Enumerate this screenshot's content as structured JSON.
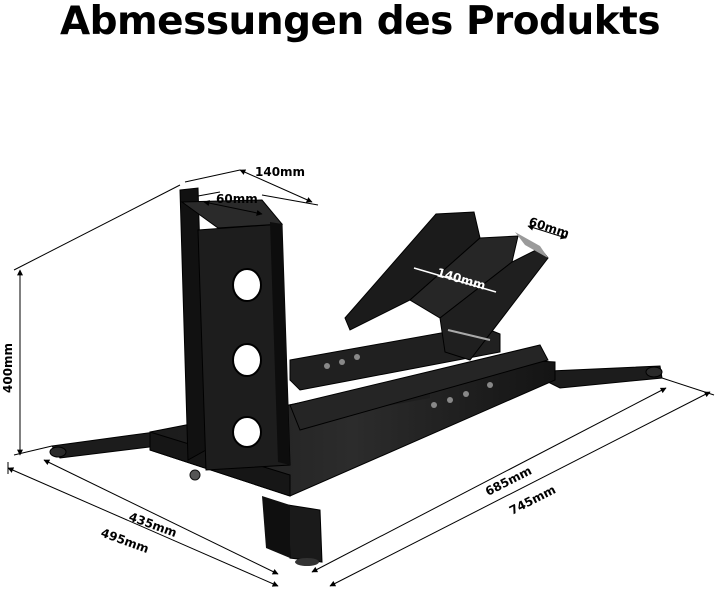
{
  "title": "Abmessungen des Produkts",
  "dimensions": {
    "front_width_inner": "60mm",
    "front_width_outer": "140mm",
    "rear_width": "60mm",
    "cradle_width": "140mm",
    "height": "400mm",
    "base_width_inner": "435mm",
    "base_width_outer": "495mm",
    "length_inner": "685mm",
    "length_outer": "745mm"
  }
}
